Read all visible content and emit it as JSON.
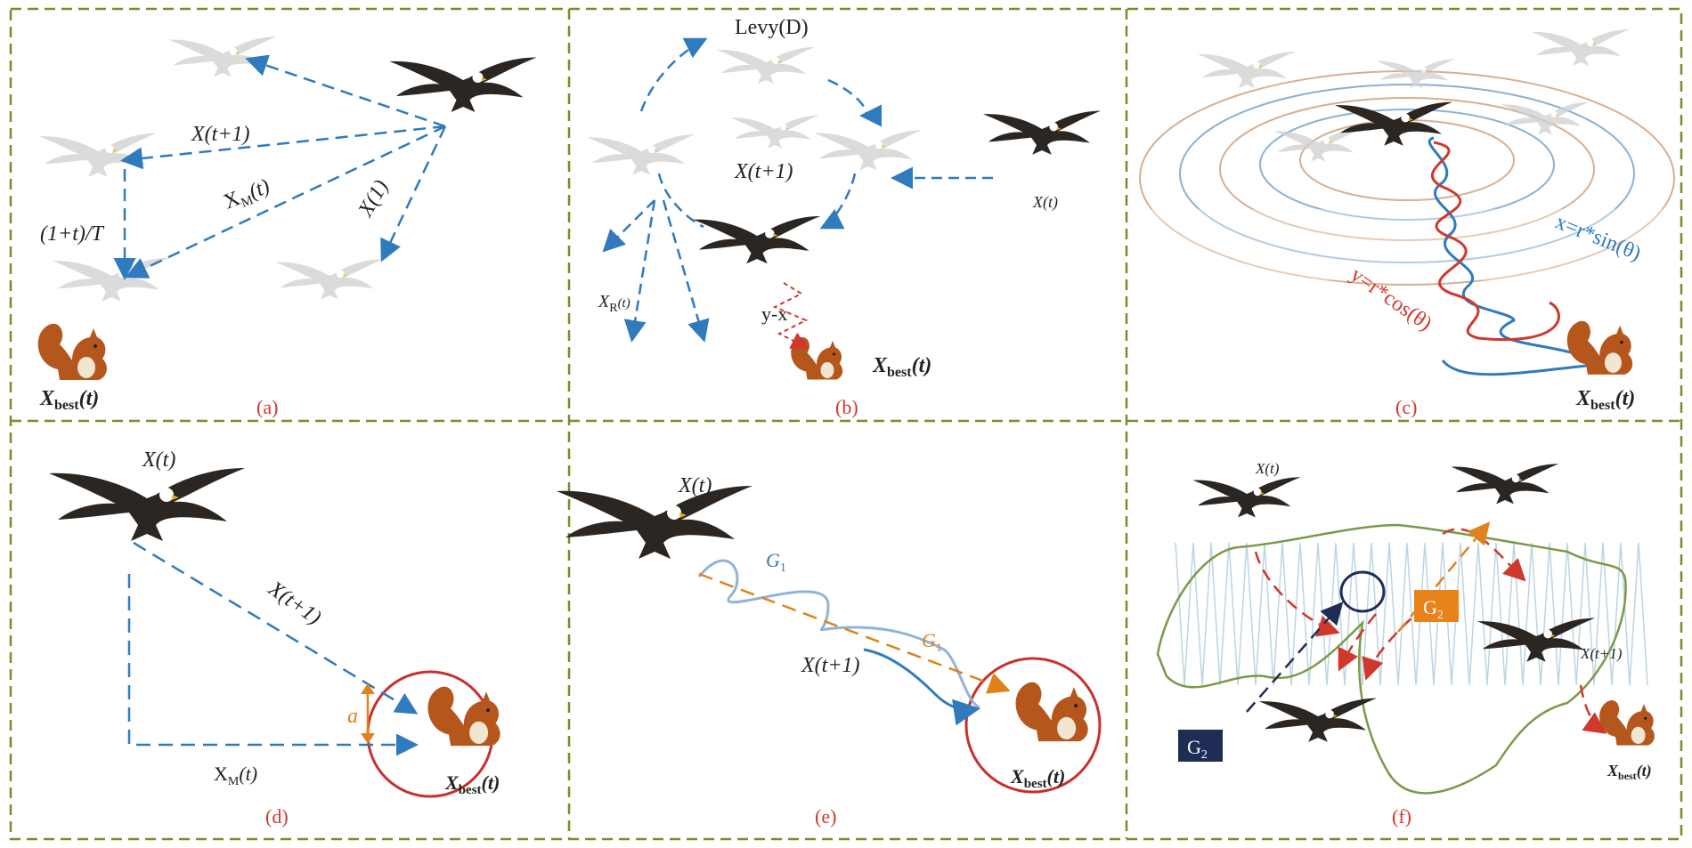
{
  "captions": {
    "a": "(a)",
    "b": "(b)",
    "c": "(c)",
    "d": "(d)",
    "e": "(e)",
    "f": "(f)"
  },
  "labels": {
    "xbest_main": "X",
    "xbest_sub": "best",
    "xbest_arg": "(t)",
    "a_xt1": "X(t+1)",
    "a_xm_main": "X",
    "a_xm_sub": "M",
    "a_xm_arg": "(t)",
    "a_x1": "X(1)",
    "a_ratio": "(1+t)/T",
    "b_levy": "Levy(D)",
    "b_xt1": "X(t+1)",
    "b_xt": "X(t)",
    "b_xr_main": "X",
    "b_xr_sub": "R",
    "b_xr_arg": "(t)",
    "b_yx": "y-x",
    "c_xeq": "x=r*sin(θ)",
    "c_yeq": "y=r*cos(θ)",
    "d_xt": "X(t)",
    "d_xt1": "X(t+1)",
    "d_xm_main": "X",
    "d_xm_sub": "M",
    "d_xm_arg": "(t)",
    "d_a": "a",
    "e_xt": "X(t)",
    "e_g1": "G",
    "e_g1_sub": "1",
    "e_xt1": "X(t+1)",
    "f_xt": "X(t)",
    "f_xt1": "X(t+1)",
    "f_g2": "G",
    "f_g2_sub": "2"
  },
  "colors": {
    "border": "#7a8b2a",
    "blue": "#2f7bbd",
    "orange": "#e0821c",
    "red": "#d0382b",
    "navy": "#1f2d55",
    "green": "#7a9a4a",
    "lightblue": "#9fc3d6"
  }
}
